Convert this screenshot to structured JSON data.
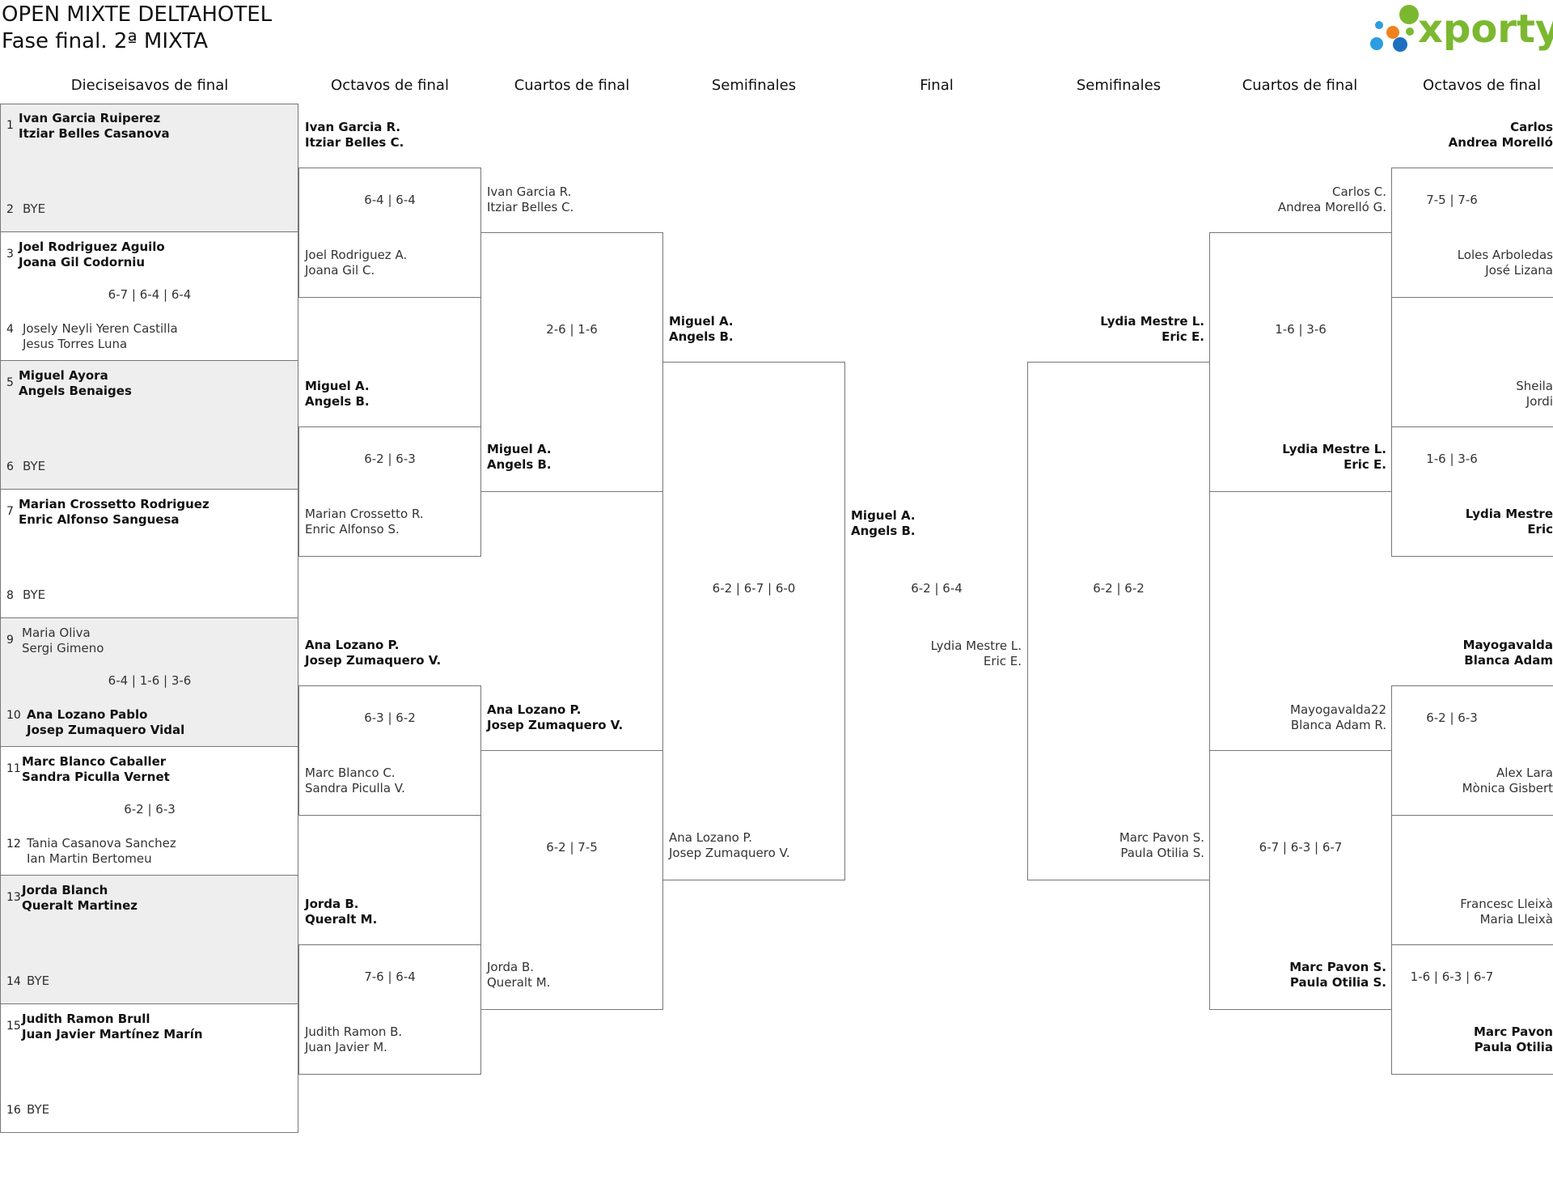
{
  "header": {
    "title": "OPEN MIXTE DELTAHOTEL",
    "subtitle": "Fase final. 2ª MIXTA",
    "logo_text": "xporty",
    "logo_colors": [
      "#7cb82f",
      "#2b9de0",
      "#f0821e",
      "#1e6fc0"
    ]
  },
  "columns": [
    "Dieciseisavos de final",
    "Octavos de final",
    "Cuartos de final",
    "Semifinales",
    "Final",
    "Semifinales",
    "Cuartos de final",
    "Octavos de final"
  ],
  "r32": [
    {
      "top": {
        "seed": "1",
        "p1": "Ivan Garcia Ruiperez",
        "p2": "Itziar Belles Casanova",
        "win": true
      },
      "bottom": {
        "seed": "2",
        "p1": "BYE",
        "p2": "",
        "win": false
      },
      "score": ""
    },
    {
      "top": {
        "seed": "3",
        "p1": "Joel Rodriguez Aguilo",
        "p2": "Joana Gil Codorniu",
        "win": true
      },
      "bottom": {
        "seed": "4",
        "p1": "Josely Neyli Yeren Castilla",
        "p2": "Jesus Torres Luna",
        "win": false
      },
      "score": "6-7 | 6-4 | 6-4"
    },
    {
      "top": {
        "seed": "5",
        "p1": "Miguel Ayora",
        "p2": "Angels Benaiges",
        "win": true
      },
      "bottom": {
        "seed": "6",
        "p1": "BYE",
        "p2": "",
        "win": false
      },
      "score": ""
    },
    {
      "top": {
        "seed": "7",
        "p1": "Marian Crossetto Rodriguez",
        "p2": "Enric Alfonso Sanguesa",
        "win": true
      },
      "bottom": {
        "seed": "8",
        "p1": "BYE",
        "p2": "",
        "win": false
      },
      "score": ""
    },
    {
      "top": {
        "seed": "9",
        "p1": "Maria Oliva",
        "p2": "Sergi Gimeno",
        "win": false
      },
      "bottom": {
        "seed": "10",
        "p1": "Ana Lozano Pablo",
        "p2": "Josep Zumaquero Vidal",
        "win": true
      },
      "score": "6-4 | 1-6 | 3-6"
    },
    {
      "top": {
        "seed": "11",
        "p1": "Marc Blanco Caballer",
        "p2": "Sandra Piculla Vernet",
        "win": true
      },
      "bottom": {
        "seed": "12",
        "p1": "Tania Casanova Sanchez",
        "p2": "Ian Martin Bertomeu",
        "win": false
      },
      "score": "6-2 | 6-3"
    },
    {
      "top": {
        "seed": "13",
        "p1": "Jorda Blanch",
        "p2": "Queralt Martinez",
        "win": true
      },
      "bottom": {
        "seed": "14",
        "p1": "BYE",
        "p2": "",
        "win": false
      },
      "score": ""
    },
    {
      "top": {
        "seed": "15",
        "p1": "Judith Ramon Brull",
        "p2": "Juan Javier Martínez Marín",
        "win": true
      },
      "bottom": {
        "seed": "16",
        "p1": "BYE",
        "p2": "",
        "win": false
      },
      "score": ""
    }
  ],
  "r16_left": [
    {
      "top": {
        "p1": "Ivan Garcia R.",
        "p2": "Itziar Belles C.",
        "win": true
      },
      "bottom": {
        "p1": "Joel Rodriguez A.",
        "p2": "Joana Gil C.",
        "win": false
      },
      "score": "6-4 | 6-4"
    },
    {
      "top": {
        "p1": "Miguel A.",
        "p2": "Angels B.",
        "win": true
      },
      "bottom": {
        "p1": "Marian Crossetto R.",
        "p2": "Enric Alfonso S.",
        "win": false
      },
      "score": "6-2 | 6-3"
    },
    {
      "top": {
        "p1": "Ana Lozano P.",
        "p2": "Josep Zumaquero V.",
        "win": true
      },
      "bottom": {
        "p1": "Marc Blanco C.",
        "p2": "Sandra Piculla V.",
        "win": false
      },
      "score": "6-3 | 6-2"
    },
    {
      "top": {
        "p1": "Jorda B.",
        "p2": "Queralt M.",
        "win": true
      },
      "bottom": {
        "p1": "Judith Ramon B.",
        "p2": "Juan Javier M.",
        "win": false
      },
      "score": "7-6 | 6-4"
    }
  ],
  "qf_left": [
    {
      "top": {
        "p1": "Ivan Garcia R.",
        "p2": "Itziar Belles C.",
        "win": false
      },
      "bottom": {
        "p1": "Miguel A.",
        "p2": "Angels B.",
        "win": true
      },
      "score": "2-6 | 1-6"
    },
    {
      "top": {
        "p1": "Ana Lozano P.",
        "p2": "Josep Zumaquero V.",
        "win": true
      },
      "bottom": {
        "p1": "Jorda B.",
        "p2": "Queralt M.",
        "win": false
      },
      "score": "6-2 | 7-5"
    }
  ],
  "sf_left": {
    "top": {
      "p1": "Miguel A.",
      "p2": "Angels B.",
      "win": true
    },
    "bottom": {
      "p1": "Ana Lozano P.",
      "p2": "Josep Zumaquero V.",
      "win": false
    },
    "score": "6-2 | 6-7 | 6-0"
  },
  "final": {
    "top": {
      "p1": "Miguel A.",
      "p2": "Angels B.",
      "win": true
    },
    "bottom": {
      "p1": "Lydia Mestre L.",
      "p2": "Eric E.",
      "win": false
    },
    "score": "6-2 | 6-4"
  },
  "sf_right": {
    "top": {
      "p1": "Lydia Mestre L.",
      "p2": "Eric E.",
      "win": true
    },
    "bottom": {
      "p1": "Marc Pavon S.",
      "p2": "Paula Otilia S.",
      "win": false
    },
    "score": "6-2 | 6-2"
  },
  "qf_right": [
    {
      "top": {
        "p1": "Carlos C.",
        "p2": "Andrea Morelló G.",
        "win": false
      },
      "bottom": {
        "p1": "Lydia Mestre L.",
        "p2": "Eric E.",
        "win": true
      },
      "score": "1-6 | 3-6"
    },
    {
      "top": {
        "p1": "Mayogavalda22",
        "p2": "Blanca Adam R.",
        "win": false
      },
      "bottom": {
        "p1": "Marc Pavon S.",
        "p2": "Paula Otilia S.",
        "win": true
      },
      "score": "6-7 | 6-3 | 6-7"
    }
  ],
  "r16_right": [
    {
      "top": {
        "p1": "Carlos",
        "p2": "Andrea Morelló",
        "win": true
      },
      "bottom": {
        "p1": "Loles Arboledas",
        "p2": "José Lizana",
        "win": false
      },
      "score": "7-5 | 7-6"
    },
    {
      "top": {
        "p1": "Sheila",
        "p2": "Jordi",
        "win": false
      },
      "bottom": {
        "p1": "Lydia Mestre",
        "p2": "Eric",
        "win": true
      },
      "score": "1-6 | 3-6"
    },
    {
      "top": {
        "p1": "Mayogavalda",
        "p2": "Blanca Adam",
        "win": true
      },
      "bottom": {
        "p1": "Alex Lara",
        "p2": "Mònica Gisbert",
        "win": false
      },
      "score": "6-2 | 6-3"
    },
    {
      "top": {
        "p1": "Francesc Lleixà",
        "p2": "Maria Lleixà",
        "win": false
      },
      "bottom": {
        "p1": "Marc Pavon",
        "p2": "Paula Otilia",
        "win": true
      },
      "score": "1-6 | 6-3 | 6-7"
    }
  ]
}
